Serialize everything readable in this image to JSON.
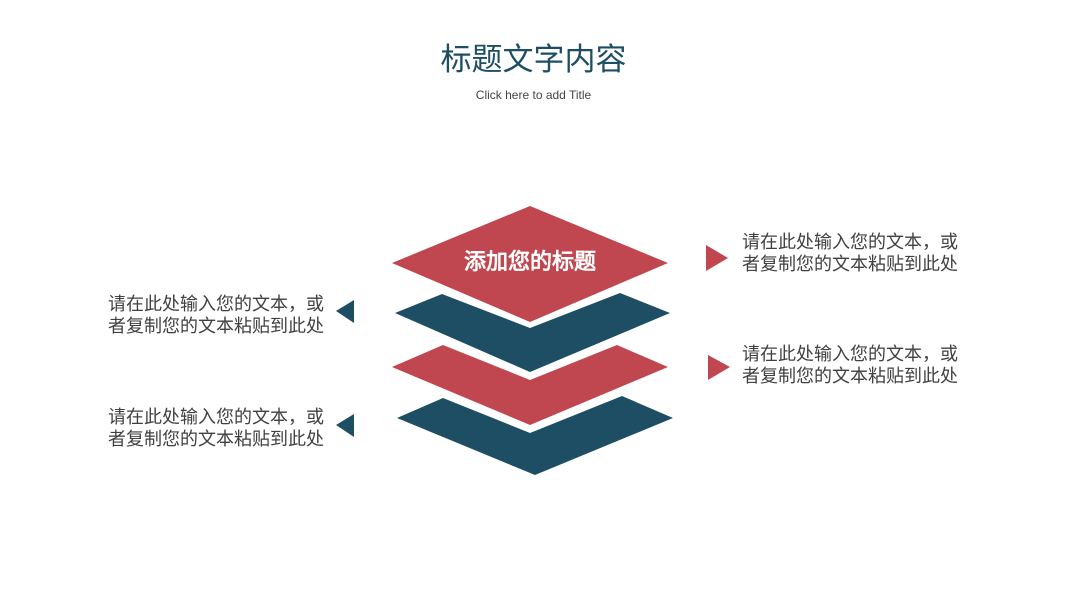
{
  "header": {
    "title": "标题文字内容",
    "subtitle": "Click here to add Title"
  },
  "diagram": {
    "main_label": "添加您的标题",
    "colors": {
      "red": "#c0474f",
      "blue": "#1d4e63"
    },
    "items": [
      {
        "side": "right",
        "line1": "请在此处输入您的文本，或",
        "line2": "者复制您的文本粘贴到此处"
      },
      {
        "side": "left",
        "line1": "请在此处输入您的文本，或",
        "line2": "者复制您的文本粘贴到此处"
      },
      {
        "side": "right",
        "line1": "请在此处输入您的文本，或",
        "line2": "者复制您的文本粘贴到此处"
      },
      {
        "side": "left",
        "line1": "请在此处输入您的文本，或",
        "line2": "者复制您的文本粘贴到此处"
      }
    ]
  }
}
